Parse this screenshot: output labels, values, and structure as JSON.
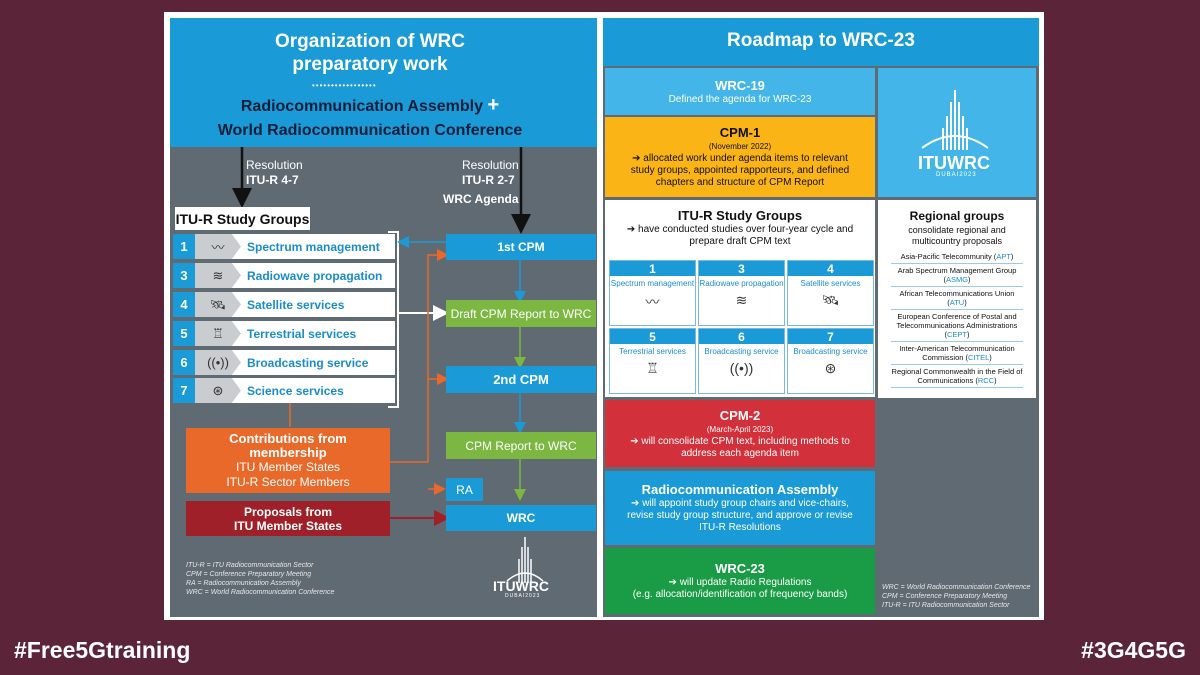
{
  "left": {
    "title_line1": "Organization of WRC",
    "title_line2": "preparatory work",
    "sub_line1": "Radiocommunication Assembly",
    "plus": "+",
    "sub_line2": "World Radiocommunication Conference",
    "res_left_a": "Resolution",
    "res_left_b": "ITU-R 4-7",
    "res_right_a": "Resolution",
    "res_right_b": "ITU-R 2-7",
    "wrc_agenda": "WRC Agenda",
    "study_groups_title": "ITU-R Study Groups",
    "study_groups": [
      {
        "num": "1",
        "icon": "waveform-icon",
        "glyph": "〰",
        "label": "Spectrum management"
      },
      {
        "num": "3",
        "icon": "propagation-icon",
        "glyph": "≋",
        "label": "Radiowave propagation"
      },
      {
        "num": "4",
        "icon": "satellite-icon",
        "glyph": "🛰",
        "label": "Satellite services"
      },
      {
        "num": "5",
        "icon": "tower-icon",
        "glyph": "♖",
        "label": "Terrestrial services"
      },
      {
        "num": "6",
        "icon": "broadcast-icon",
        "glyph": "((•))",
        "label": "Broadcasting service"
      },
      {
        "num": "7",
        "icon": "science-icon",
        "glyph": "⊛",
        "label": "Science services"
      }
    ],
    "cpm1": "1st CPM",
    "draft_report": "Draft CPM Report to WRC",
    "cpm2": "2nd CPM",
    "report": "CPM Report to WRC",
    "ra": "RA",
    "wrc": "WRC",
    "contrib_title": "Contributions from membership",
    "contrib_line1": "ITU Member States",
    "contrib_line2": "ITU-R Sector Members",
    "proposals_line1": "Proposals from",
    "proposals_line2": "ITU Member States",
    "legend": [
      "ITU-R = ITU Radiocommunication Sector",
      "CPM = Conference Preparatory Meeting",
      "RA = Radiocommunication Assembly",
      "WRC = World Radiocommunication Conference"
    ],
    "logo": "ITUWRC",
    "logo_sub": "DUBAI2023"
  },
  "right": {
    "title": "Roadmap to WRC-23",
    "wrc19_title": "WRC-19",
    "wrc19_text": "Defined the agenda for WRC-23",
    "cpm1_title": "CPM-1",
    "cpm1_date": "(November 2022)",
    "cpm1_text": "➔ allocated work under agenda items to relevant study groups, appointed rapporteurs, and defined chapters and structure of CPM Report",
    "sg_title": "ITU-R Study Groups",
    "sg_text": "➔ have conducted studies over four-year cycle and prepare draft CPM text",
    "cells": [
      {
        "num": "1",
        "label": "Spectrum management",
        "icon": "waveform-icon",
        "glyph": "〰"
      },
      {
        "num": "3",
        "label": "Radiowave propagation",
        "icon": "propagation-icon",
        "glyph": "≋"
      },
      {
        "num": "4",
        "label": "Satellite services",
        "icon": "satellite-icon",
        "glyph": "🛰"
      },
      {
        "num": "5",
        "label": "Terrestrial services",
        "icon": "tower-icon",
        "glyph": "♖"
      },
      {
        "num": "6",
        "label": "Broadcasting service",
        "icon": "broadcast-icon",
        "glyph": "((•))"
      },
      {
        "num": "7",
        "label": "Broadcasting service",
        "icon": "science-icon",
        "glyph": "⊛"
      }
    ],
    "cpm2_title": "CPM-2",
    "cpm2_date": "(March-April 2023)",
    "cpm2_text": "➔ will consolidate CPM text, including methods to address each agenda item",
    "ra_title": "Radiocommunication Assembly",
    "ra_text": "➔ will appoint study group chairs and vice-chairs, revise study group structure, and approve or revise ITU-R Resolutions",
    "wrc23_title": "WRC-23",
    "wrc23_text1": "➔ will update Radio Regulations",
    "wrc23_text2": "(e.g. allocation/identification of frequency bands)",
    "logo": "ITUWRC",
    "logo_sub": "DUBAI2023",
    "rg_title": "Regional groups",
    "rg_text": "consolidate regional and multicountry proposals",
    "rg_items": [
      {
        "name": "Asia-Pacific Telecommunity (",
        "abbr": "APT",
        "end": ")"
      },
      {
        "name": "Arab Spectrum Management Group (",
        "abbr": "ASMG",
        "end": ")"
      },
      {
        "name": "African Telecommunications Union (",
        "abbr": "ATU",
        "end": ")"
      },
      {
        "name": "European Conference of Postal and Telecommunications Administrations (",
        "abbr": "CEPT",
        "end": ")"
      },
      {
        "name": "Inter-American Telecommunication Commission (",
        "abbr": "CITEL",
        "end": ")"
      },
      {
        "name": "Regional Commonwealth in the Field of Communications (",
        "abbr": "RCC",
        "end": ")"
      }
    ],
    "legend": [
      "WRC = World Radiocommunication Conference",
      "CPM = Conference Preparatory Meeting",
      "ITU-R = ITU Radiocommunication Sector"
    ]
  },
  "hashtag_left": "#Free5Gtraining",
  "hashtag_right": "#3G4G5G",
  "colors": {
    "blue": "#1a9ad6",
    "grey": "#5f6a72",
    "orange": "#e8692a",
    "green": "#7cb742",
    "red": "#a0202a",
    "yellow": "#fbb416",
    "rred": "#d2303a",
    "rgreen": "#1a9b45",
    "bg": "#5b2438"
  }
}
